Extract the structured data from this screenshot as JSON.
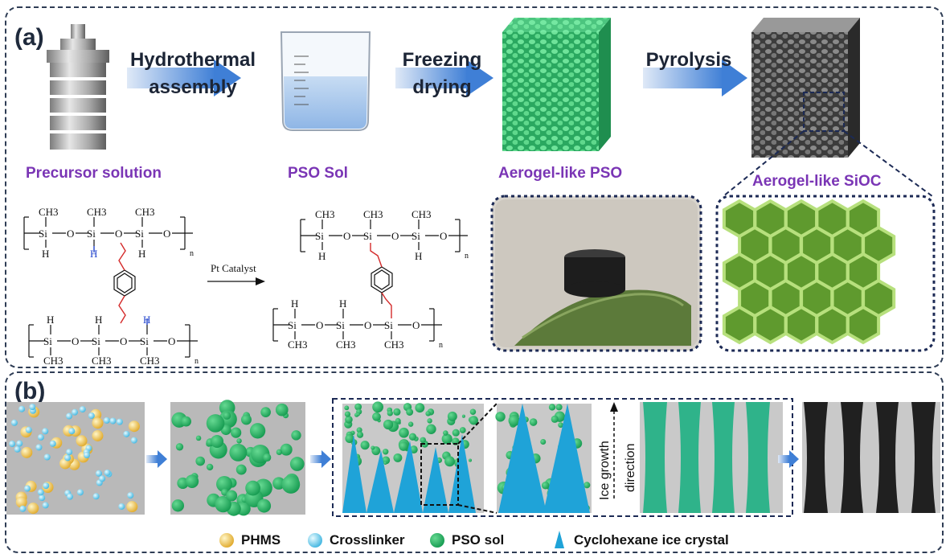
{
  "panel_a": {
    "label": "(a)",
    "steps": [
      {
        "line1": "Hydrothermal",
        "line2": "assembly"
      },
      {
        "line1": "Freezing",
        "line2": "drying"
      },
      {
        "line1": "Pyrolysis",
        "line2": ""
      }
    ],
    "stages": [
      "Precursor solution",
      "PSO Sol",
      "Aerogel-like PSO",
      "Aerogel-like SiOC"
    ],
    "catalyst": "Pt Catalyst",
    "chem": {
      "ch3": "CH3",
      "si": "Si",
      "o": "O",
      "h": "H",
      "n": "n"
    }
  },
  "panel_b": {
    "label": "(b)",
    "ice_growth_label": "Ice growth",
    "direction_label": "direction",
    "legend": [
      "PHMS",
      "Crosslinker",
      "PSO sol",
      "Cyclohexane ice crystal"
    ]
  },
  "colors": {
    "frame": "#2f3d55",
    "stage_label": "#7a35b5",
    "arrow": "#4a86d8",
    "pso_green": "#2fb36a",
    "ice_blue": "#1fa3d8",
    "phms_yellow": "#f2c94c",
    "crosslinker_blue": "#7fd3ee",
    "honeycomb_green": "#7cb342",
    "sioc_dark": "#3a3a3a"
  }
}
